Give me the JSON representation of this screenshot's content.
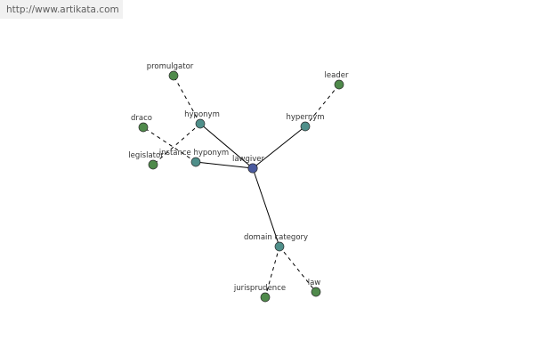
{
  "header": {
    "url": "http://www.artikata.com"
  },
  "colors": {
    "center": "#4a5a9e",
    "relation": "#4f8f8a",
    "term": "#4f8a4b"
  },
  "graph": {
    "nodes": [
      {
        "id": "lawgiver",
        "label": "lawgiver",
        "kind": "center"
      },
      {
        "id": "hyponym",
        "label": "hyponym",
        "kind": "relation"
      },
      {
        "id": "hypernym",
        "label": "hypernym",
        "kind": "relation"
      },
      {
        "id": "instance-hyponym",
        "label": "instance hyponym",
        "kind": "relation"
      },
      {
        "id": "domain-category",
        "label": "domain category",
        "kind": "relation"
      },
      {
        "id": "promulgator",
        "label": "promulgator",
        "kind": "term"
      },
      {
        "id": "leader",
        "label": "leader",
        "kind": "term"
      },
      {
        "id": "draco",
        "label": "draco",
        "kind": "term"
      },
      {
        "id": "legislator",
        "label": "legislator",
        "kind": "term"
      },
      {
        "id": "jurisprudence",
        "label": "jurisprudence",
        "kind": "term"
      },
      {
        "id": "law",
        "label": "law",
        "kind": "term"
      }
    ],
    "edges": [
      {
        "from": "lawgiver",
        "to": "hyponym",
        "style": "solid"
      },
      {
        "from": "lawgiver",
        "to": "hypernym",
        "style": "solid"
      },
      {
        "from": "lawgiver",
        "to": "instance-hyponym",
        "style": "solid"
      },
      {
        "from": "lawgiver",
        "to": "domain-category",
        "style": "solid"
      },
      {
        "from": "hyponym",
        "to": "promulgator",
        "style": "dashed"
      },
      {
        "from": "hyponym",
        "to": "legislator",
        "style": "dashed"
      },
      {
        "from": "hypernym",
        "to": "leader",
        "style": "dashed"
      },
      {
        "from": "instance-hyponym",
        "to": "draco",
        "style": "dashed"
      },
      {
        "from": "domain-category",
        "to": "jurisprudence",
        "style": "dashed"
      },
      {
        "from": "domain-category",
        "to": "law",
        "style": "dashed"
      }
    ]
  }
}
